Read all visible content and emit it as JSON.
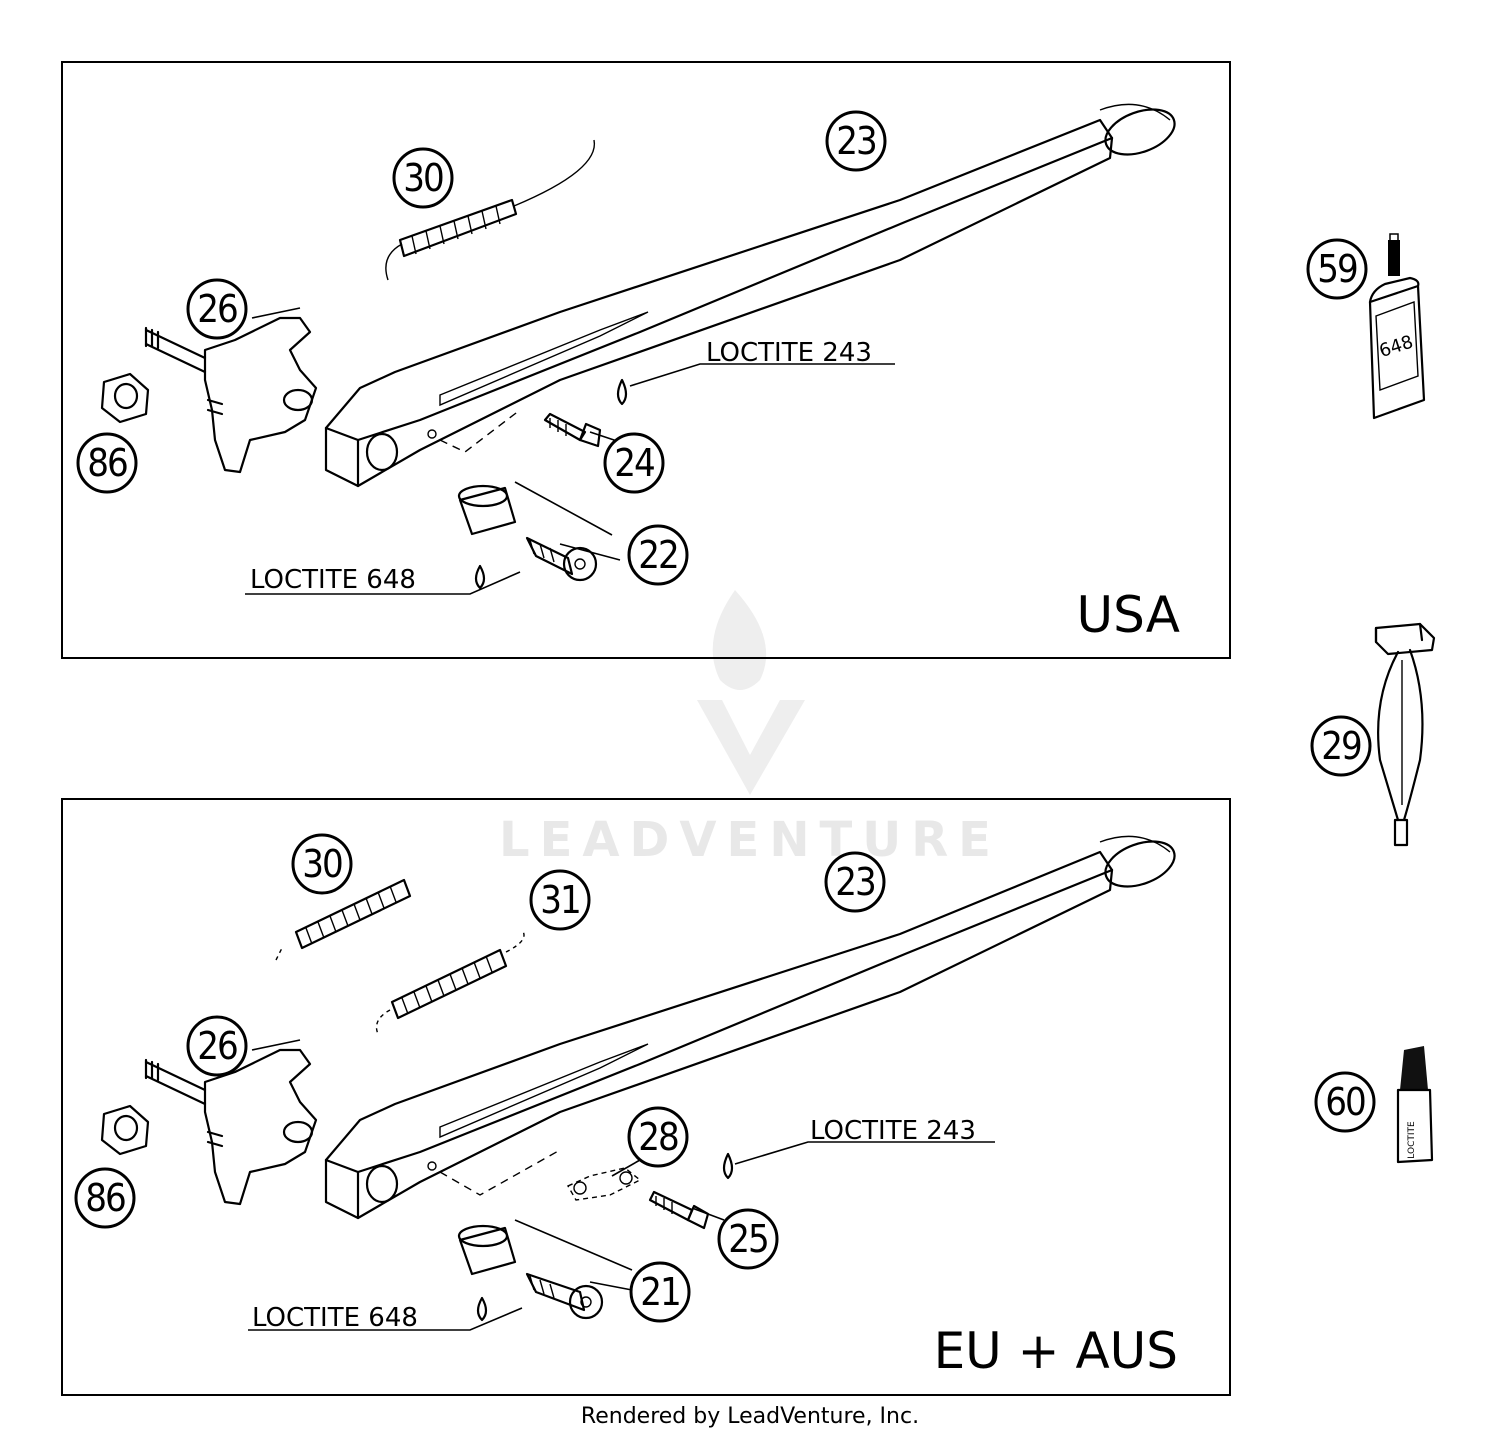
{
  "watermark": {
    "text": "LEADVENTURE"
  },
  "footer": {
    "text": "Rendered by LeadVenture, Inc."
  },
  "panels": {
    "usa": {
      "region_label": "USA",
      "notes": {
        "loctite_243": "LOCTITE 243",
        "loctite_648": "LOCTITE 648"
      },
      "callouts": {
        "c30": "30",
        "c23": "23",
        "c26": "26",
        "c86": "86",
        "c24": "24",
        "c22": "22"
      }
    },
    "eu": {
      "region_label": "EU + AUS",
      "notes": {
        "loctite_243": "LOCTITE 243",
        "loctite_648": "LOCTITE 648"
      },
      "callouts": {
        "c30": "30",
        "c31": "31",
        "c23": "23",
        "c26": "26",
        "c86": "86",
        "c28": "28",
        "c25": "25",
        "c21": "21"
      }
    }
  },
  "accessories": {
    "callouts": {
      "c59": "59",
      "c29": "29",
      "c60": "60"
    },
    "bottle_label": "648",
    "tube_label": "LOCTITE"
  }
}
